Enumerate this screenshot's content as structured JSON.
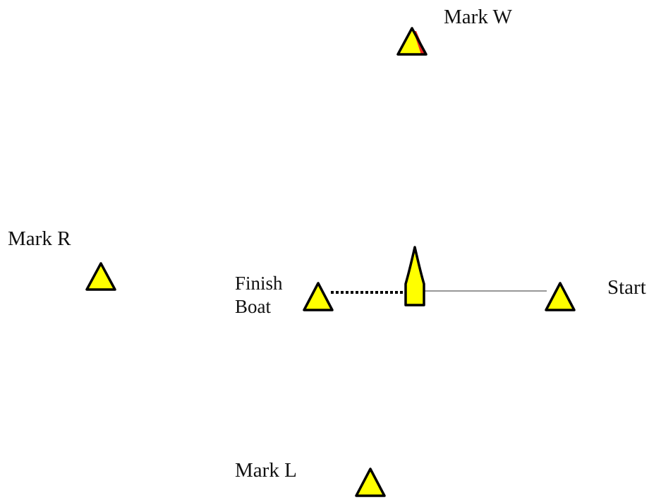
{
  "colors": {
    "background": "#ffffff",
    "mark_fill": "#ffff00",
    "mark_outline": "#000000",
    "windward_accent": "#e8231f",
    "line": "#777777"
  },
  "labels": {
    "mark_w": "Mark W",
    "mark_r": "Mark R",
    "mark_l": "Mark L",
    "start": "Start",
    "finish_line1": "Finish",
    "finish_line2": "Boat"
  },
  "icons": {
    "mark": "triangle-buoy-icon",
    "committee_boat": "boat-icon"
  },
  "lines": {
    "start_line": "solid",
    "finish_line": "dotted"
  }
}
